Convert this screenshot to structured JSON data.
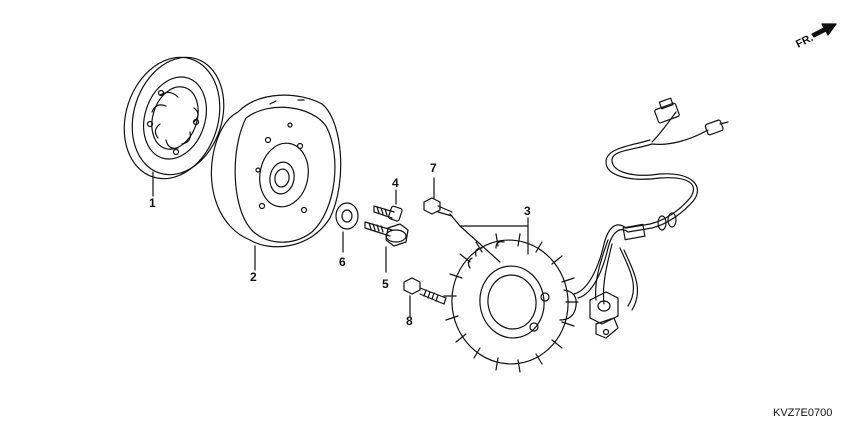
{
  "callouts": [
    {
      "id": "1",
      "label": "1"
    },
    {
      "id": "2",
      "label": "2"
    },
    {
      "id": "3",
      "label": "3"
    },
    {
      "id": "4",
      "label": "4"
    },
    {
      "id": "5",
      "label": "5"
    },
    {
      "id": "6",
      "label": "6"
    },
    {
      "id": "7",
      "label": "7"
    },
    {
      "id": "8",
      "label": "8"
    }
  ],
  "direction_label": "FR.",
  "diagram_code": "KVZ7E0700"
}
